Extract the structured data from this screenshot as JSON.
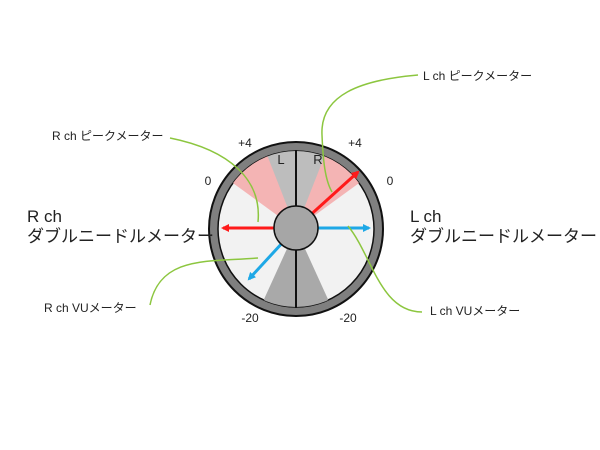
{
  "labels": {
    "l_peak": "L ch ピークメーター",
    "r_peak": "R ch ピークメーター",
    "r_double_line1": "R ch",
    "r_double_line2": "ダブルニードルメーター",
    "l_double_line1": "L ch",
    "l_double_line2": "ダブルニードルメーター",
    "r_vu": "R ch VUメーター",
    "l_vu": "L ch VUメーター"
  },
  "dial": {
    "side_left": "L",
    "side_right": "R",
    "tick_plus4_left": "+4",
    "tick_plus4_right": "+4",
    "tick_zero_left": "0",
    "tick_zero_right": "0",
    "tick_minus20_left": "-20",
    "tick_minus20_right": "-20"
  },
  "colors": {
    "peak_needle": "#ff1a1a",
    "vu_needle": "#1ea8e6",
    "callout_line": "#8cc63f",
    "peak_zone": "#f4b4b4",
    "bezel": "#7f7f7f",
    "hub": "#a6a6a6"
  }
}
